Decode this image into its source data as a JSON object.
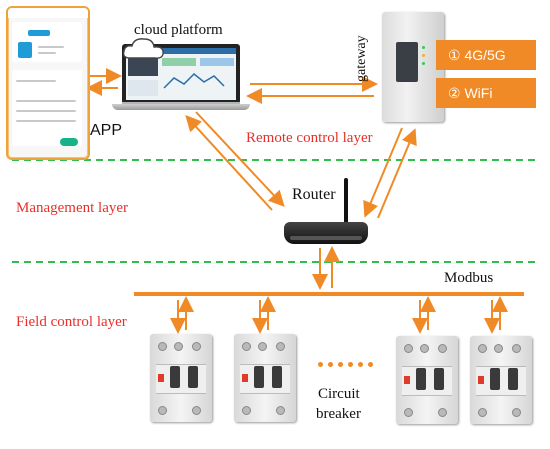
{
  "labels": {
    "cloud_platform": "cloud platform",
    "gateway": "gateway",
    "app": "APP",
    "remote_control_layer": "Remote control layer",
    "management_layer": "Management layer",
    "router": "Router",
    "modbus": "Modbus",
    "field_control_layer": "Field control layer",
    "circuit_breaker_line1": "Circuit",
    "circuit_breaker_line2": "breaker"
  },
  "gateway_options": [
    {
      "label": "① 4G/5G"
    },
    {
      "label": "② WiFi"
    }
  ],
  "colors": {
    "arrow": "#f08a26",
    "layer_divider": "#2fbf4a",
    "layer_text": "#e8302a"
  }
}
